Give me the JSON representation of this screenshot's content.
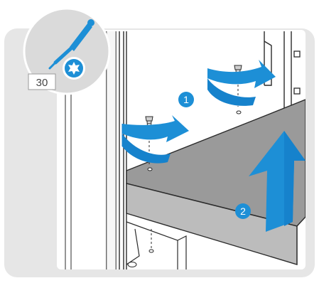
{
  "tool": {
    "icon": "torx-screwdriver-icon",
    "size_label": "30"
  },
  "steps": [
    {
      "number": "1",
      "action": "rotate-clockwise"
    },
    {
      "number": "2",
      "action": "lift-up"
    }
  ],
  "colors": {
    "frame_bg": "#e6e6e6",
    "badge_bg": "#dadada",
    "accent_blue": "#1d8fd6",
    "shelf_top": "#9a9a9a",
    "shelf_front": "#bcbcbc",
    "line": "#2b2b2b"
  }
}
